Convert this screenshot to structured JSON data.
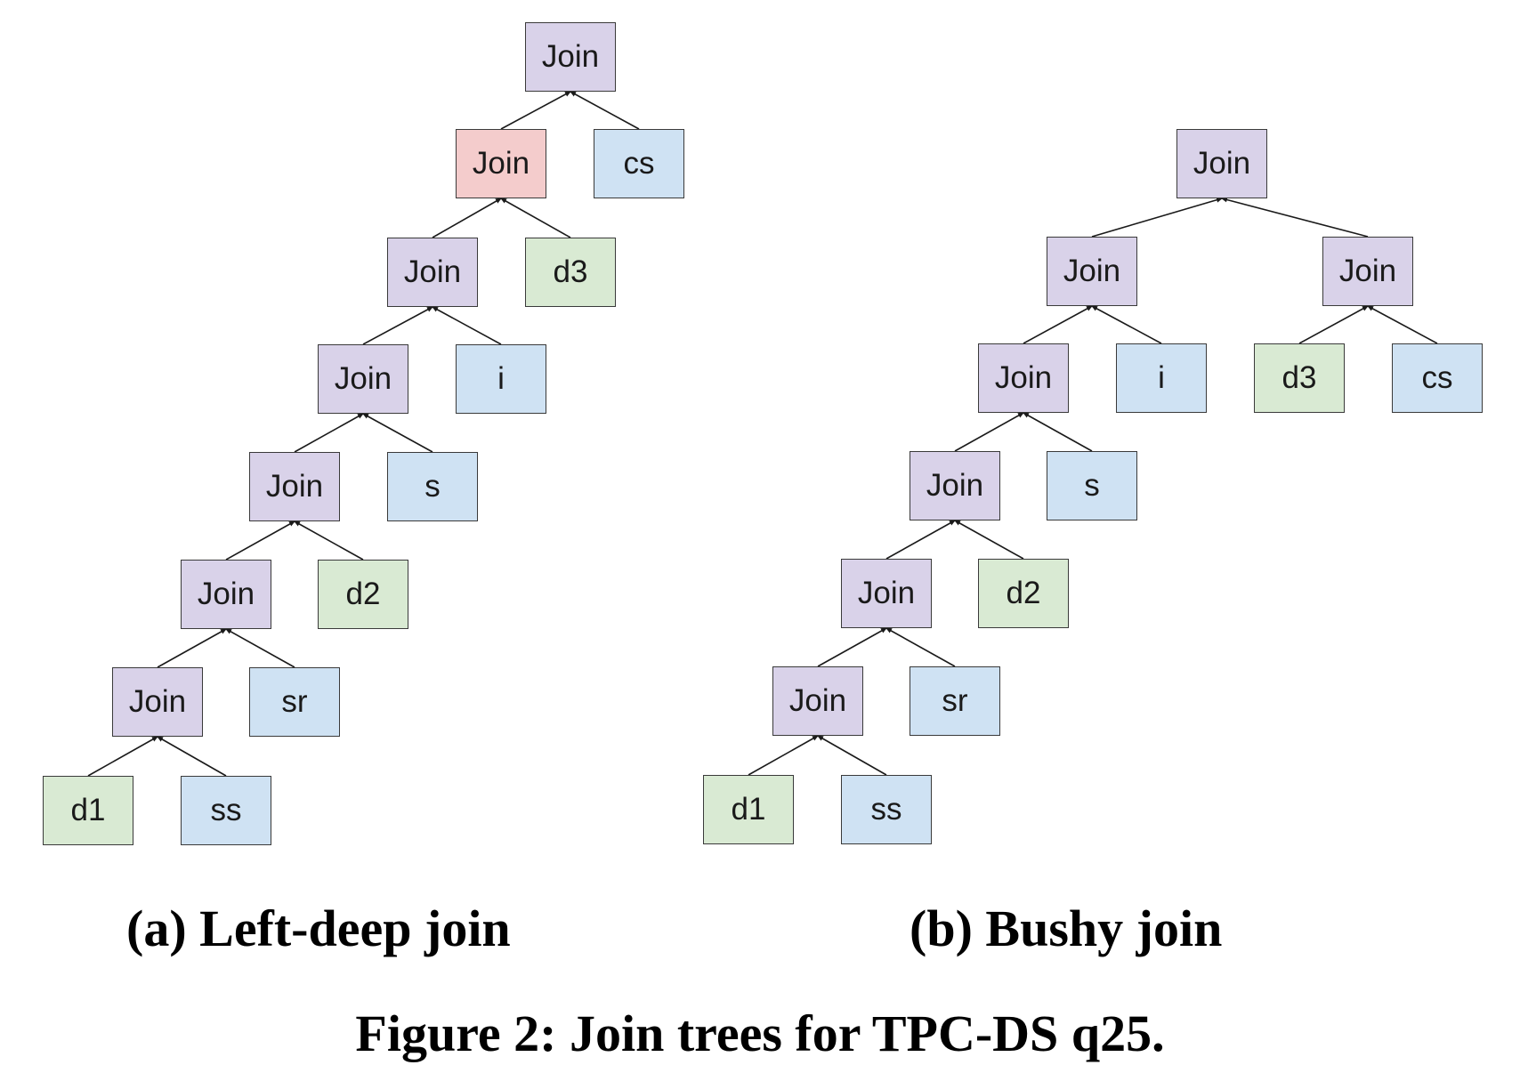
{
  "colors": {
    "join": "#d9d2e9",
    "highlight_join": "#f4cccc",
    "dimension_table": "#d9ead3",
    "fact_table": "#cfe2f3",
    "edge": "#1a1a1a"
  },
  "trees": [
    {
      "id": "left-deep",
      "caption": "(a) Left-deep join",
      "nodes": [
        {
          "id": "a1",
          "label": "Join",
          "kind": "join"
        },
        {
          "id": "a2",
          "label": "Join",
          "kind": "highlight_join"
        },
        {
          "id": "a3",
          "label": "cs",
          "kind": "fact_table"
        },
        {
          "id": "a4",
          "label": "Join",
          "kind": "join"
        },
        {
          "id": "a5",
          "label": "d3",
          "kind": "dimension_table"
        },
        {
          "id": "a6",
          "label": "Join",
          "kind": "join"
        },
        {
          "id": "a7",
          "label": "i",
          "kind": "fact_table"
        },
        {
          "id": "a8",
          "label": "Join",
          "kind": "join"
        },
        {
          "id": "a9",
          "label": "s",
          "kind": "fact_table"
        },
        {
          "id": "a10",
          "label": "Join",
          "kind": "join"
        },
        {
          "id": "a11",
          "label": "d2",
          "kind": "dimension_table"
        },
        {
          "id": "a12",
          "label": "Join",
          "kind": "join"
        },
        {
          "id": "a13",
          "label": "sr",
          "kind": "fact_table"
        },
        {
          "id": "a14",
          "label": "d1",
          "kind": "dimension_table"
        },
        {
          "id": "a15",
          "label": "ss",
          "kind": "fact_table"
        }
      ],
      "edges": [
        [
          "a1",
          "a2"
        ],
        [
          "a1",
          "a3"
        ],
        [
          "a2",
          "a4"
        ],
        [
          "a2",
          "a5"
        ],
        [
          "a4",
          "a6"
        ],
        [
          "a4",
          "a7"
        ],
        [
          "a6",
          "a8"
        ],
        [
          "a6",
          "a9"
        ],
        [
          "a8",
          "a10"
        ],
        [
          "a8",
          "a11"
        ],
        [
          "a10",
          "a12"
        ],
        [
          "a10",
          "a13"
        ],
        [
          "a12",
          "a14"
        ],
        [
          "a12",
          "a15"
        ]
      ]
    },
    {
      "id": "bushy",
      "caption": "(b) Bushy join",
      "nodes": [
        {
          "id": "b1",
          "label": "Join",
          "kind": "join"
        },
        {
          "id": "b2",
          "label": "Join",
          "kind": "join"
        },
        {
          "id": "b3",
          "label": "Join",
          "kind": "join"
        },
        {
          "id": "b4",
          "label": "Join",
          "kind": "join"
        },
        {
          "id": "b5",
          "label": "i",
          "kind": "fact_table"
        },
        {
          "id": "b6",
          "label": "d3",
          "kind": "dimension_table"
        },
        {
          "id": "b7",
          "label": "cs",
          "kind": "fact_table"
        },
        {
          "id": "b8",
          "label": "Join",
          "kind": "join"
        },
        {
          "id": "b9",
          "label": "s",
          "kind": "fact_table"
        },
        {
          "id": "b10",
          "label": "Join",
          "kind": "join"
        },
        {
          "id": "b11",
          "label": "d2",
          "kind": "dimension_table"
        },
        {
          "id": "b12",
          "label": "Join",
          "kind": "join"
        },
        {
          "id": "b13",
          "label": "sr",
          "kind": "fact_table"
        },
        {
          "id": "b14",
          "label": "d1",
          "kind": "dimension_table"
        },
        {
          "id": "b15",
          "label": "ss",
          "kind": "fact_table"
        }
      ],
      "edges": [
        [
          "b1",
          "b2"
        ],
        [
          "b1",
          "b3"
        ],
        [
          "b2",
          "b4"
        ],
        [
          "b2",
          "b5"
        ],
        [
          "b3",
          "b6"
        ],
        [
          "b3",
          "b7"
        ],
        [
          "b4",
          "b8"
        ],
        [
          "b4",
          "b9"
        ],
        [
          "b8",
          "b10"
        ],
        [
          "b8",
          "b11"
        ],
        [
          "b10",
          "b12"
        ],
        [
          "b10",
          "b13"
        ],
        [
          "b12",
          "b14"
        ],
        [
          "b12",
          "b15"
        ]
      ]
    }
  ],
  "figure_caption": "Figure 2: Join trees for TPC-DS q25."
}
